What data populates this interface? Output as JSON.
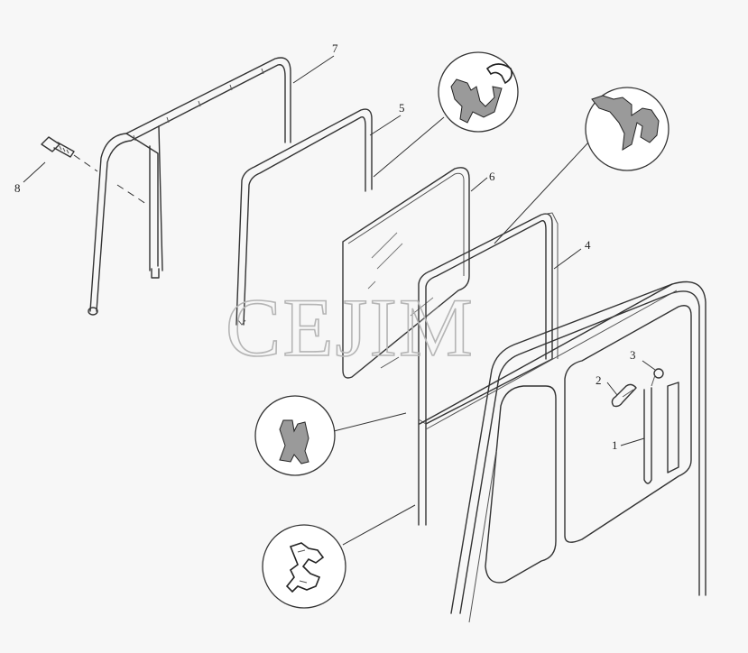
{
  "watermark": "CEJIM",
  "callouts": [
    {
      "id": "1",
      "label": "1"
    },
    {
      "id": "2",
      "label": "2"
    },
    {
      "id": "3",
      "label": "3"
    },
    {
      "id": "4",
      "label": "4"
    },
    {
      "id": "5",
      "label": "5"
    },
    {
      "id": "6",
      "label": "6"
    },
    {
      "id": "7",
      "label": "7"
    },
    {
      "id": "8",
      "label": "8"
    }
  ],
  "colors": {
    "line": "#333333",
    "background": "#f7f7f7",
    "watermark": "#b5b5b5"
  }
}
